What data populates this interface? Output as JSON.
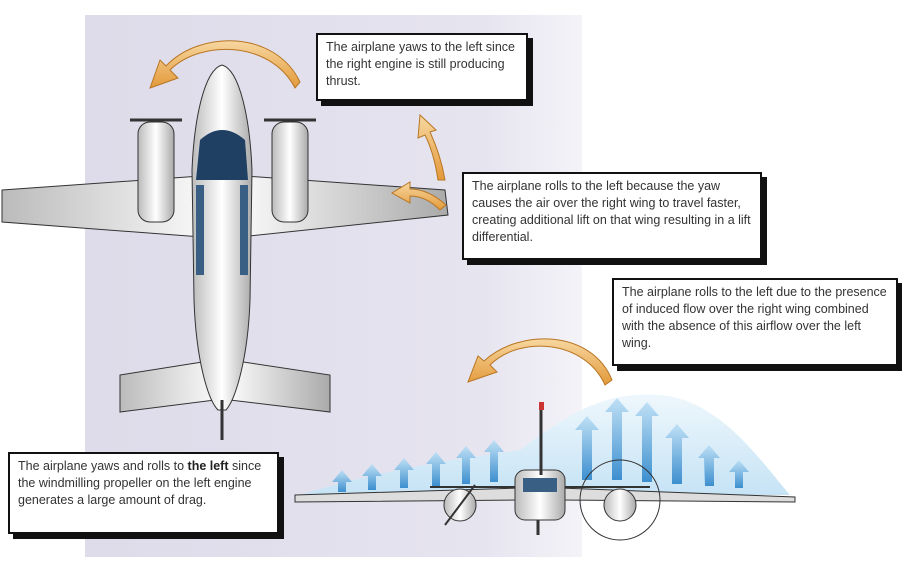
{
  "callouts": {
    "yaw_left": "The airplane yaws to the left since the right engine is still producing thrust.",
    "roll_faster_wing": "The airplane rolls to the left because the yaw causes the air over the right wing to travel faster, creating additional lift on that wing resulting in a lift differential.",
    "roll_induced_flow": "The airplane rolls to the left due to the presence of induced flow over the right wing combined with the absence of this airflow over the left wing.",
    "windmilling": {
      "text_before": "The airplane yaws and rolls to ",
      "bold": "the left",
      "text_after": " since the windmilling propeller on the left engine generates a large amount of drag."
    }
  },
  "colors": {
    "arrow_orange": "#e9a64a",
    "lift_blue": "#5ea8d8",
    "panel": "#e2e0ec"
  }
}
